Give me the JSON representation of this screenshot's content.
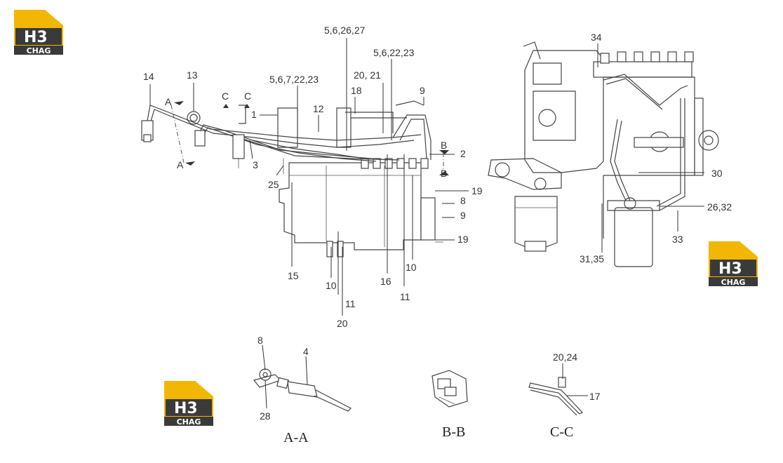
{
  "logos": [
    {
      "top": "H3",
      "bottom": "CHAG"
    },
    {
      "top": "H3",
      "bottom": "CHAG"
    },
    {
      "top": "H3",
      "bottom": "CHAG"
    }
  ],
  "colors": {
    "logo_yellow": "#F2B705",
    "logo_dark": "#3a3a3a",
    "line": "#444444"
  },
  "callouts": {
    "c14": "14",
    "c13": "13",
    "c1": "1",
    "c12": "12",
    "c3": "3",
    "c25": "25",
    "c567": "5,6,7,22,23",
    "c5626": "5,6,26,27",
    "c5622": "5,6,22,23",
    "c2021": "20, 21",
    "c18": "18",
    "c9a": "9",
    "c2": "2",
    "c19a": "19",
    "c8": "8",
    "c9b": "9",
    "c19b": "19",
    "c10a": "10",
    "c11a": "11",
    "c16": "16",
    "c15": "15",
    "c10b": "10",
    "c11b": "11",
    "c20": "20",
    "c34": "34",
    "c30": "30",
    "c2632": "26,32",
    "c33": "33",
    "c3135": "31,35",
    "c8s": "8",
    "c4s": "4",
    "c28s": "28",
    "c2024s": "20,24",
    "c17s": "17"
  },
  "cut_marks": {
    "A_top": "A",
    "A_bottom": "A",
    "C_left": "C",
    "C_right": "C",
    "B_top": "B",
    "B_bottom": "B"
  },
  "sections": {
    "aa": "A-A",
    "bb": "B-B",
    "cc": "C-C"
  }
}
